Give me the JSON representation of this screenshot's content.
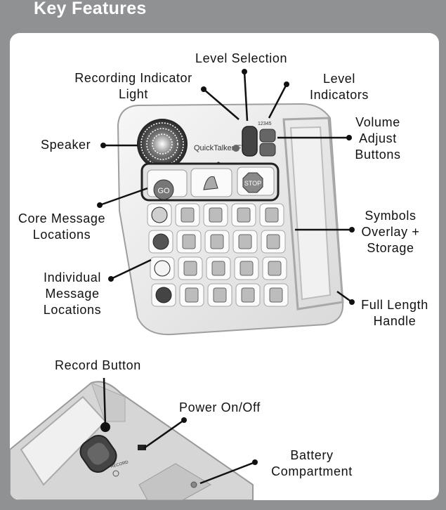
{
  "title": "Key Features",
  "device": {
    "brand": "QuickTalker",
    "model": "FT",
    "level_numbers": "12345",
    "go_label": "GO",
    "stop_label": "STOP",
    "record_text": "RECORD"
  },
  "labels": {
    "level_selection": "Level Selection",
    "recording_indicator": [
      "Recording Indicator",
      "Light"
    ],
    "level_indicators": [
      "Level",
      "Indicators"
    ],
    "speaker": "Speaker",
    "volume_adjust": [
      "Volume",
      "Adjust",
      "Buttons"
    ],
    "core_message": [
      "Core Message",
      "Locations"
    ],
    "symbols_overlay": [
      "Symbols",
      "Overlay +",
      "Storage"
    ],
    "individual_message": [
      "Individual",
      "Message",
      "Locations"
    ],
    "full_length_handle": [
      "Full Length",
      "Handle"
    ],
    "record_button": "Record Button",
    "power": "Power On/Off",
    "battery": [
      "Battery",
      "Compartment"
    ]
  },
  "colors": {
    "header_bg": "#8f9193",
    "panel_bg": "#ffffff",
    "device_body": "#eeeeee",
    "device_edge": "#bdbdbd",
    "button_dark": "#555555"
  }
}
